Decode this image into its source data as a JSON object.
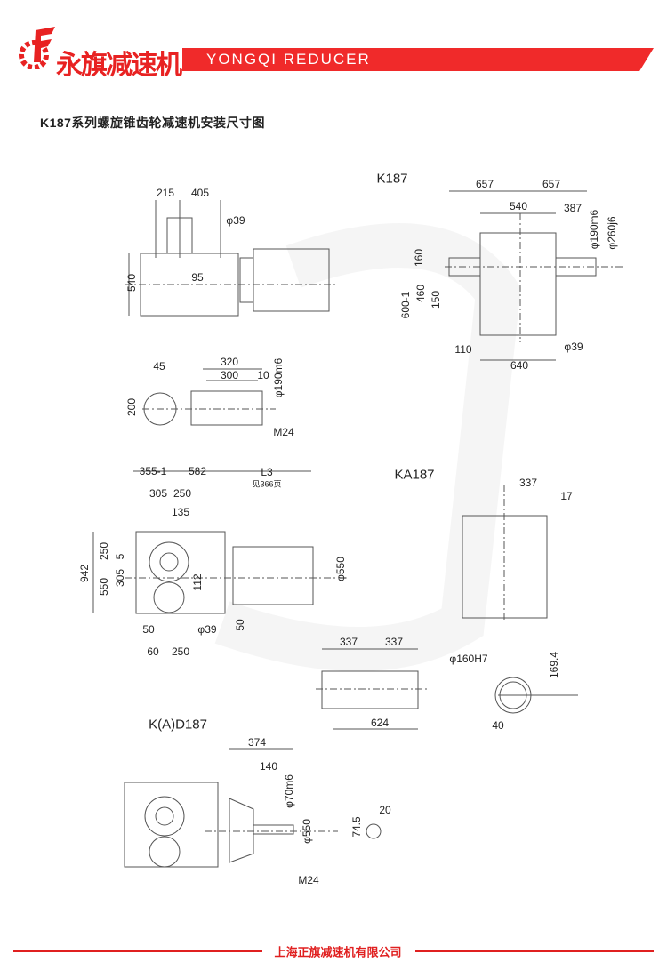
{
  "header": {
    "logo_cn": "永旗减速机",
    "banner": "YONGQI  REDUCER",
    "brand_color": "#f02a2a"
  },
  "title": "K187系列螺旋锥齿轮减速机安装尺寸图",
  "views": {
    "k187": "K187",
    "ka187": "KA187",
    "kad187": "K(A)D187"
  },
  "dims": {
    "k_top": {
      "a": "215",
      "b": "405",
      "c": "φ39",
      "d": "540",
      "e": "95"
    },
    "shaft": {
      "a": "45",
      "b": "320",
      "c": "300",
      "d": "10",
      "e": "φ190m6",
      "f": "200",
      "g": "M24"
    },
    "k_side": {
      "a": "657",
      "b": "657",
      "c": "540",
      "d": "387",
      "e": "φ190m6",
      "f": "φ260j6",
      "g": "160",
      "h": "460",
      "i": "600-1",
      "j": "150",
      "k": "110",
      "l": "640",
      "m": "φ39"
    },
    "ka_front": {
      "a": "355-1",
      "b": "582",
      "c": "L3",
      "d": "见366页",
      "e": "305",
      "f": "250",
      "g": "135",
      "h": "942",
      "i": "250",
      "j": "5",
      "k": "305",
      "l": "550",
      "m": "112",
      "n": "φ550",
      "o": "50",
      "p": "φ39",
      "q": "50",
      "r": "60",
      "s": "250"
    },
    "ka_side": {
      "a": "337",
      "b": "17"
    },
    "ka_sleeve": {
      "a": "337",
      "b": "337",
      "c": "624",
      "d": "φ160H7",
      "e": "169.4",
      "f": "40"
    },
    "kad": {
      "a": "374",
      "b": "140",
      "c": "φ70m6",
      "d": "φ550",
      "e": "M24",
      "f": "20",
      "g": "74.5"
    }
  },
  "footer": "上海正旗减速机有限公司"
}
